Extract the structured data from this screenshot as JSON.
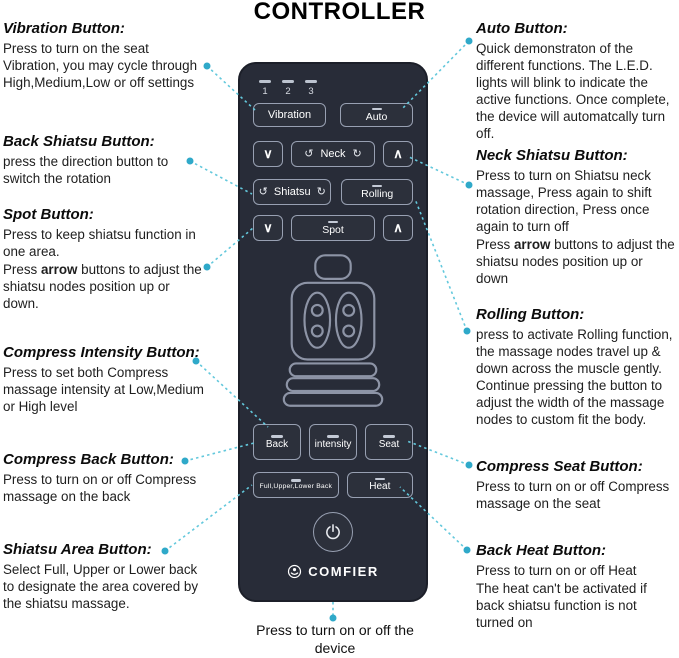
{
  "title": "CONTROLLER",
  "annotations": {
    "left": [
      {
        "heading": "Vibration Button:",
        "body": "Press to turn on the seat Vibration, you may cycle through High,Medium,Low or off settings"
      },
      {
        "heading": "Back Shiatsu Button:",
        "body": "press the direction button to switch the rotation"
      },
      {
        "heading": "Spot Button:",
        "body": "Press to keep shiatsu function in one area.",
        "body2_pre": "Press ",
        "body2_bold": "arrow",
        "body2_post": " buttons to adjust the shiatsu nodes position up or down."
      },
      {
        "heading": "Compress Intensity Button:",
        "body": "Press to set both Compress massage intensity at Low,Medium or High level"
      },
      {
        "heading": "Compress Back Button:",
        "body": "Press to turn on or off Compress massage on the back"
      },
      {
        "heading": "Shiatsu Area Button:",
        "body": "Select Full, Upper or Lower back to designate the area covered by the shiatsu massage."
      }
    ],
    "right": [
      {
        "heading": "Auto Button:",
        "body": "Quick demonstraton of the different functions. The L.E.D. lights will blink to indicate the active functions. Once complete, the device will automatcally turn off."
      },
      {
        "heading": "Neck Shiatsu Button:",
        "body": "Press to turn on Shiatsu neck massage, Press again to shift rotation direction, Press once again to turn off",
        "body2_pre": "Press ",
        "body2_bold": "arrow",
        "body2_post": " buttons to adjust the shiatsu nodes position up or down"
      },
      {
        "heading": "Rolling Button:",
        "body": "press to activate Rolling function, the massage nodes travel up & down across the muscle gently. Continue pressing the button to adjust the width of the massage nodes to custom fit the body."
      },
      {
        "heading": "Compress Seat Button:",
        "body": "Press to turn on or off Compress massage on the seat"
      },
      {
        "heading": "Back Heat Button:",
        "body": "Press to turn on or off Heat",
        "body2": "The heat can't be activated if back shiatsu function is not turned on"
      }
    ],
    "bottom": "Press to turn on or off the device"
  },
  "remote": {
    "led_labels": [
      "1",
      "2",
      "3"
    ],
    "vibration_label": "Vibration",
    "auto_label": "Auto",
    "neck_label": "Neck",
    "shiatsu_label": "Shiatsu",
    "rolling_label": "Rolling",
    "spot_label": "Spot",
    "back_label": "Back",
    "intensity_label": "intensity",
    "seat_label": "Seat",
    "area_label": "Full,Upper,Lower Back",
    "heat_label": "Heat",
    "brand": "COMFIER",
    "down_arrow": "∨",
    "up_arrow": "∧",
    "ccw_icon": "↺",
    "cw_icon": "↻"
  },
  "colors": {
    "remote_body": "#282c38",
    "button_border": "#98a0b2",
    "leader_line": "#63c8dc",
    "leader_dot": "#2fa9c9"
  }
}
